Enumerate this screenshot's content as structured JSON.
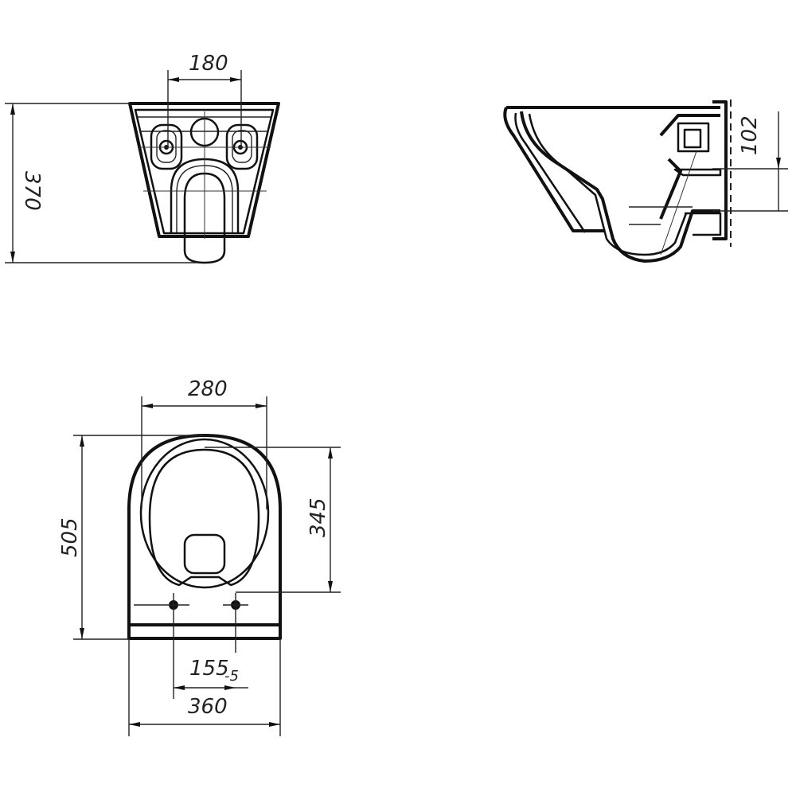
{
  "drawing": {
    "subject": "Wall-hung toilet dimension drawing",
    "views": {
      "rear_view": {
        "name": "Rear view",
        "dimensions": {
          "bolt_spacing": "180",
          "height": "370"
        }
      },
      "side_section": {
        "name": "Side section view",
        "dimensions": {
          "outlet_height": "102"
        }
      },
      "top_view": {
        "name": "Top view",
        "dimensions": {
          "bowl_width": "280",
          "overall_length": "505",
          "bowl_opening_length": "345",
          "mounting_hole_spacing": "155",
          "mounting_hole_tolerance": "-5",
          "overall_width": "360"
        }
      }
    },
    "colors": {
      "line": "#111111",
      "background": "#ffffff"
    }
  }
}
